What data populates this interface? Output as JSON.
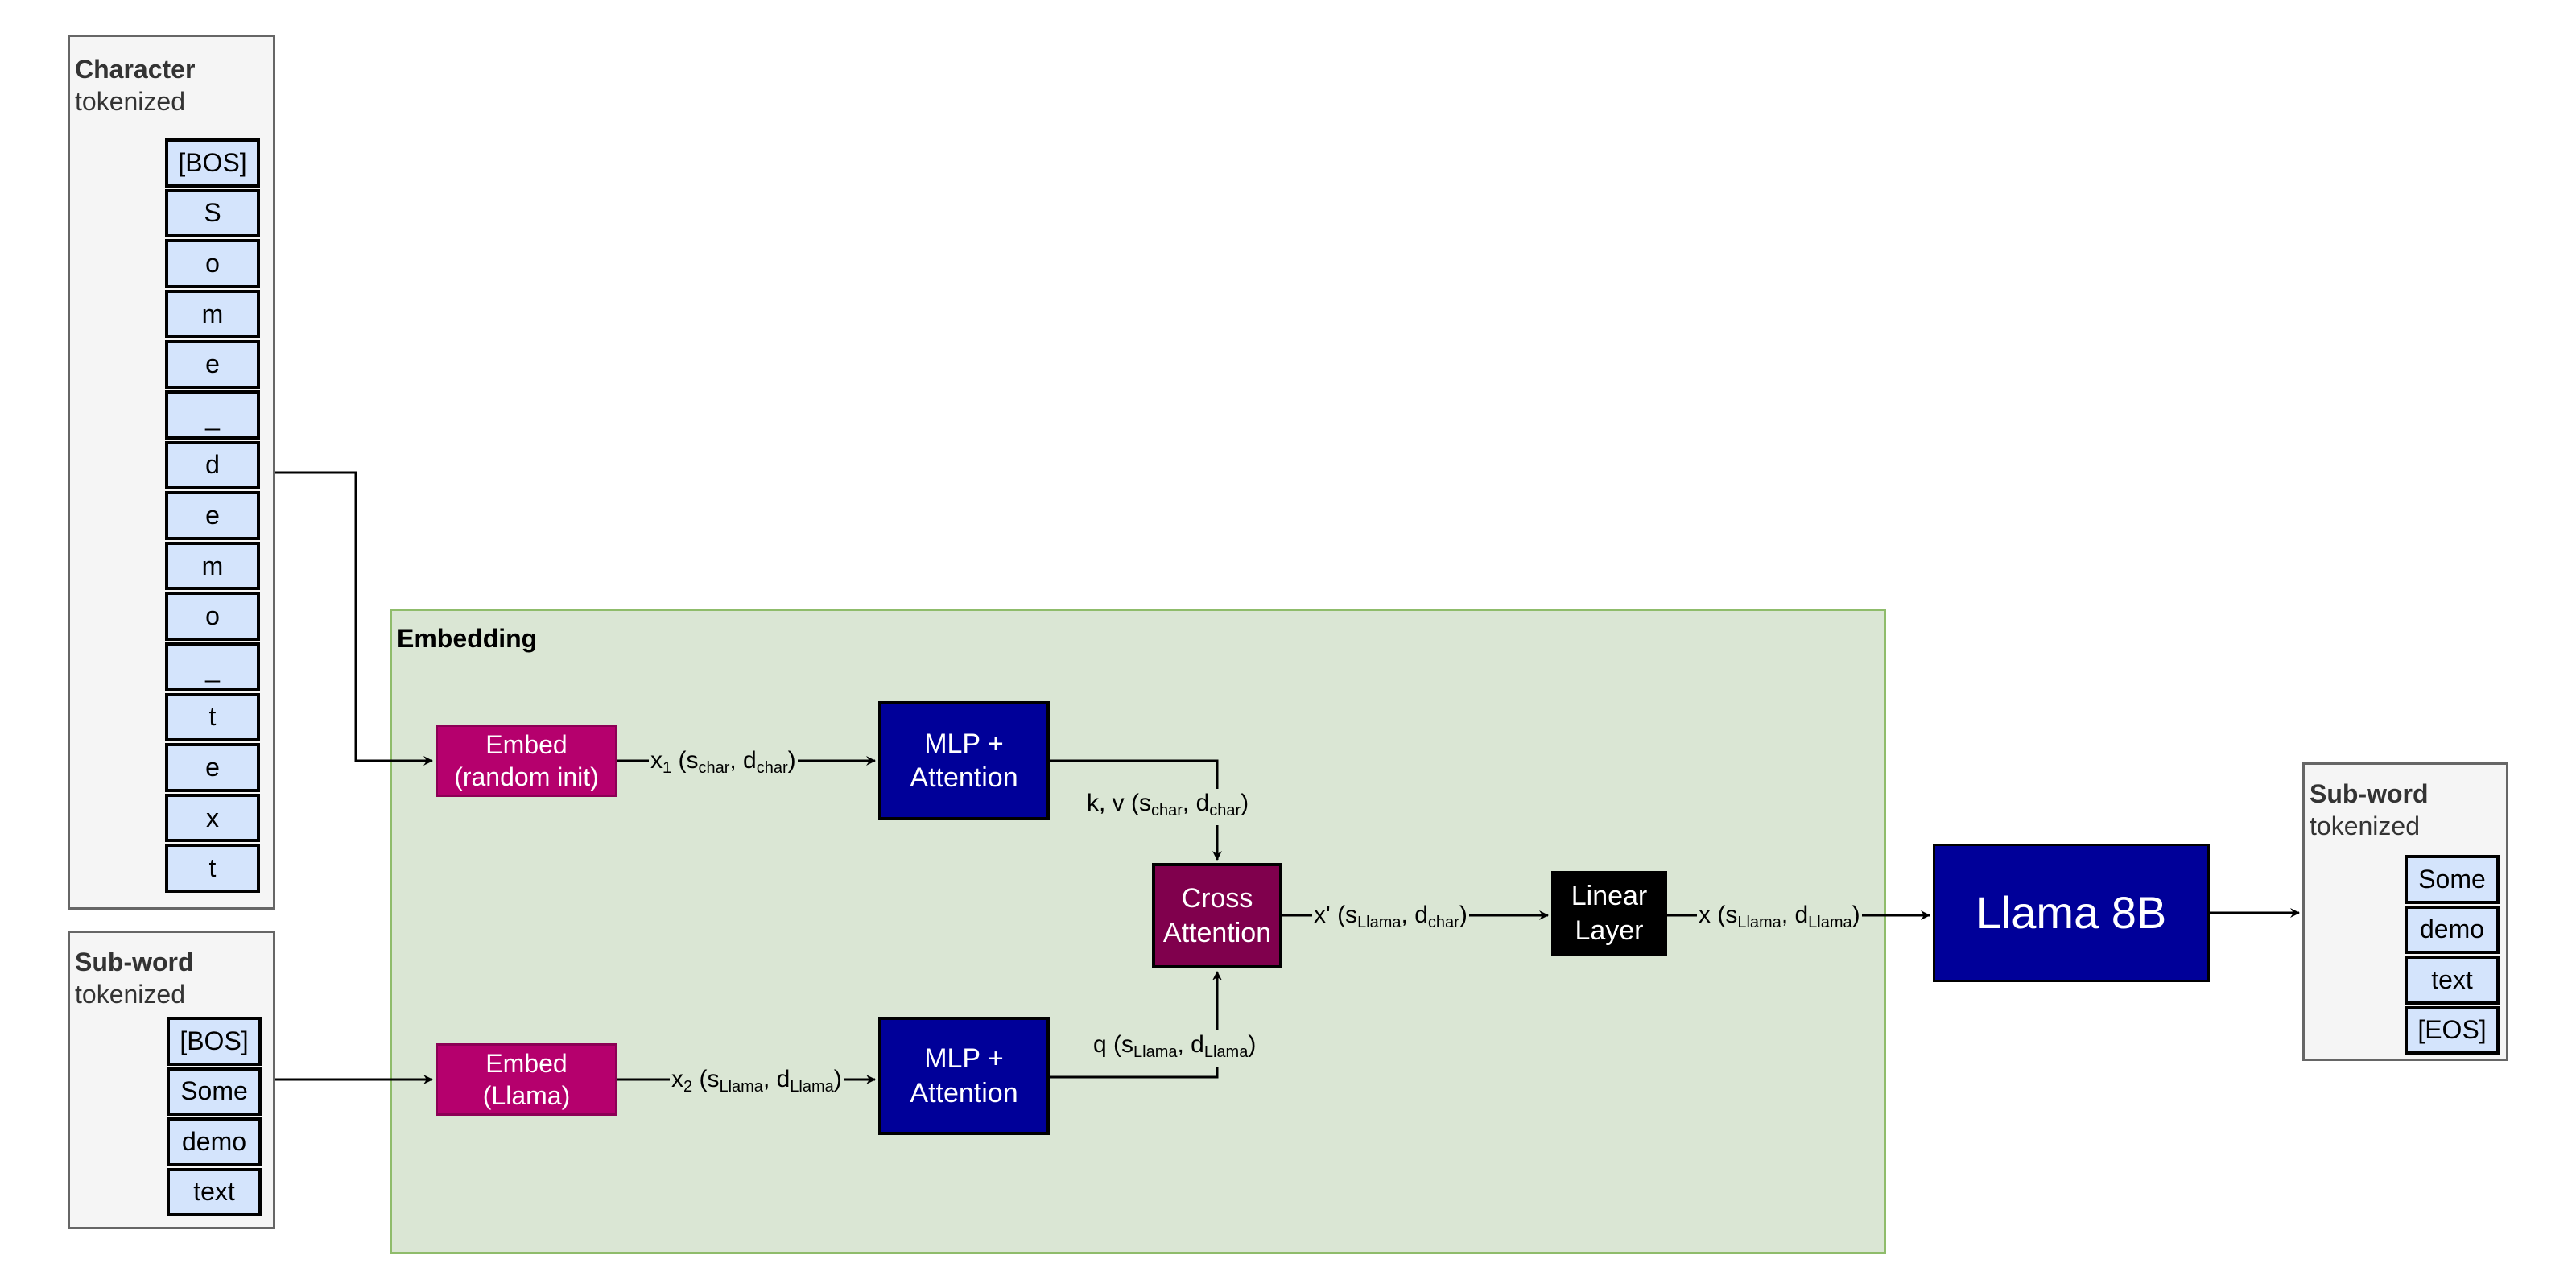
{
  "character_group": {
    "title_bold": "Character",
    "title_rest": "tokenized",
    "tokens": [
      "[BOS]",
      "S",
      "o",
      "m",
      "e",
      "_",
      "d",
      "e",
      "m",
      "o",
      "_",
      "t",
      "e",
      "x",
      "t"
    ]
  },
  "subword_input_group": {
    "title_bold": "Sub-word",
    "title_rest": "tokenized",
    "tokens": [
      "[BOS]",
      "Some",
      "demo",
      "text"
    ]
  },
  "embedding_module": {
    "title": "Embedding",
    "embed_char": {
      "line1": "Embed",
      "line2": "(random init)"
    },
    "embed_llama": {
      "line1": "Embed",
      "line2": "(Llama)"
    },
    "mlp_top": {
      "line1": "MLP +",
      "line2": "Attention"
    },
    "mlp_bottom": {
      "line1": "MLP +",
      "line2": "Attention"
    },
    "cross_attention": {
      "line1": "Cross",
      "line2": "Attention"
    },
    "linear_layer": {
      "line1": "Linear",
      "line2": "Layer"
    },
    "labels": {
      "x1": {
        "main": "x",
        "sub_main": "1",
        "open": " (s",
        "s_sub": "char",
        "mid": ", d",
        "d_sub": "char",
        "close": ")"
      },
      "x2": {
        "main": "x",
        "sub_main": "2",
        "open": " (s",
        "s_sub": "Llama",
        "mid": ", d",
        "d_sub": "Llama",
        "close": ")"
      },
      "kv": {
        "main": "k, v",
        "open": " (s",
        "s_sub": "char",
        "mid": ", d",
        "d_sub": "char",
        "close": ")"
      },
      "q": {
        "main": "q",
        "open": " (s",
        "s_sub": "Llama",
        "mid": ", d",
        "d_sub": "Llama",
        "close": ")"
      },
      "xprime": {
        "main": "x'",
        "open": " (s",
        "s_sub": "Llama",
        "mid": ", d",
        "d_sub": "char",
        "close": ")"
      },
      "x": {
        "main": "x",
        "open": " (s",
        "s_sub": "Llama",
        "mid": ", d",
        "d_sub": "Llama",
        "close": ")"
      }
    }
  },
  "llama_model": {
    "label": "Llama 8B"
  },
  "subword_output_group": {
    "title_bold": "Sub-word",
    "title_rest": "tokenized",
    "tokens": [
      "Some",
      "demo",
      "text",
      "[EOS]"
    ]
  },
  "colors": {
    "token_fill": "#d4e4fc",
    "group_fill": "#f5f5f5",
    "embedding_fill": "#dae6d4",
    "embedding_border": "#8fbc6b",
    "embed_block": "#b5006d",
    "mlp_block": "#000099",
    "cross_attention_block": "#80004d",
    "linear_block": "#000000",
    "llama_block": "#000099"
  }
}
